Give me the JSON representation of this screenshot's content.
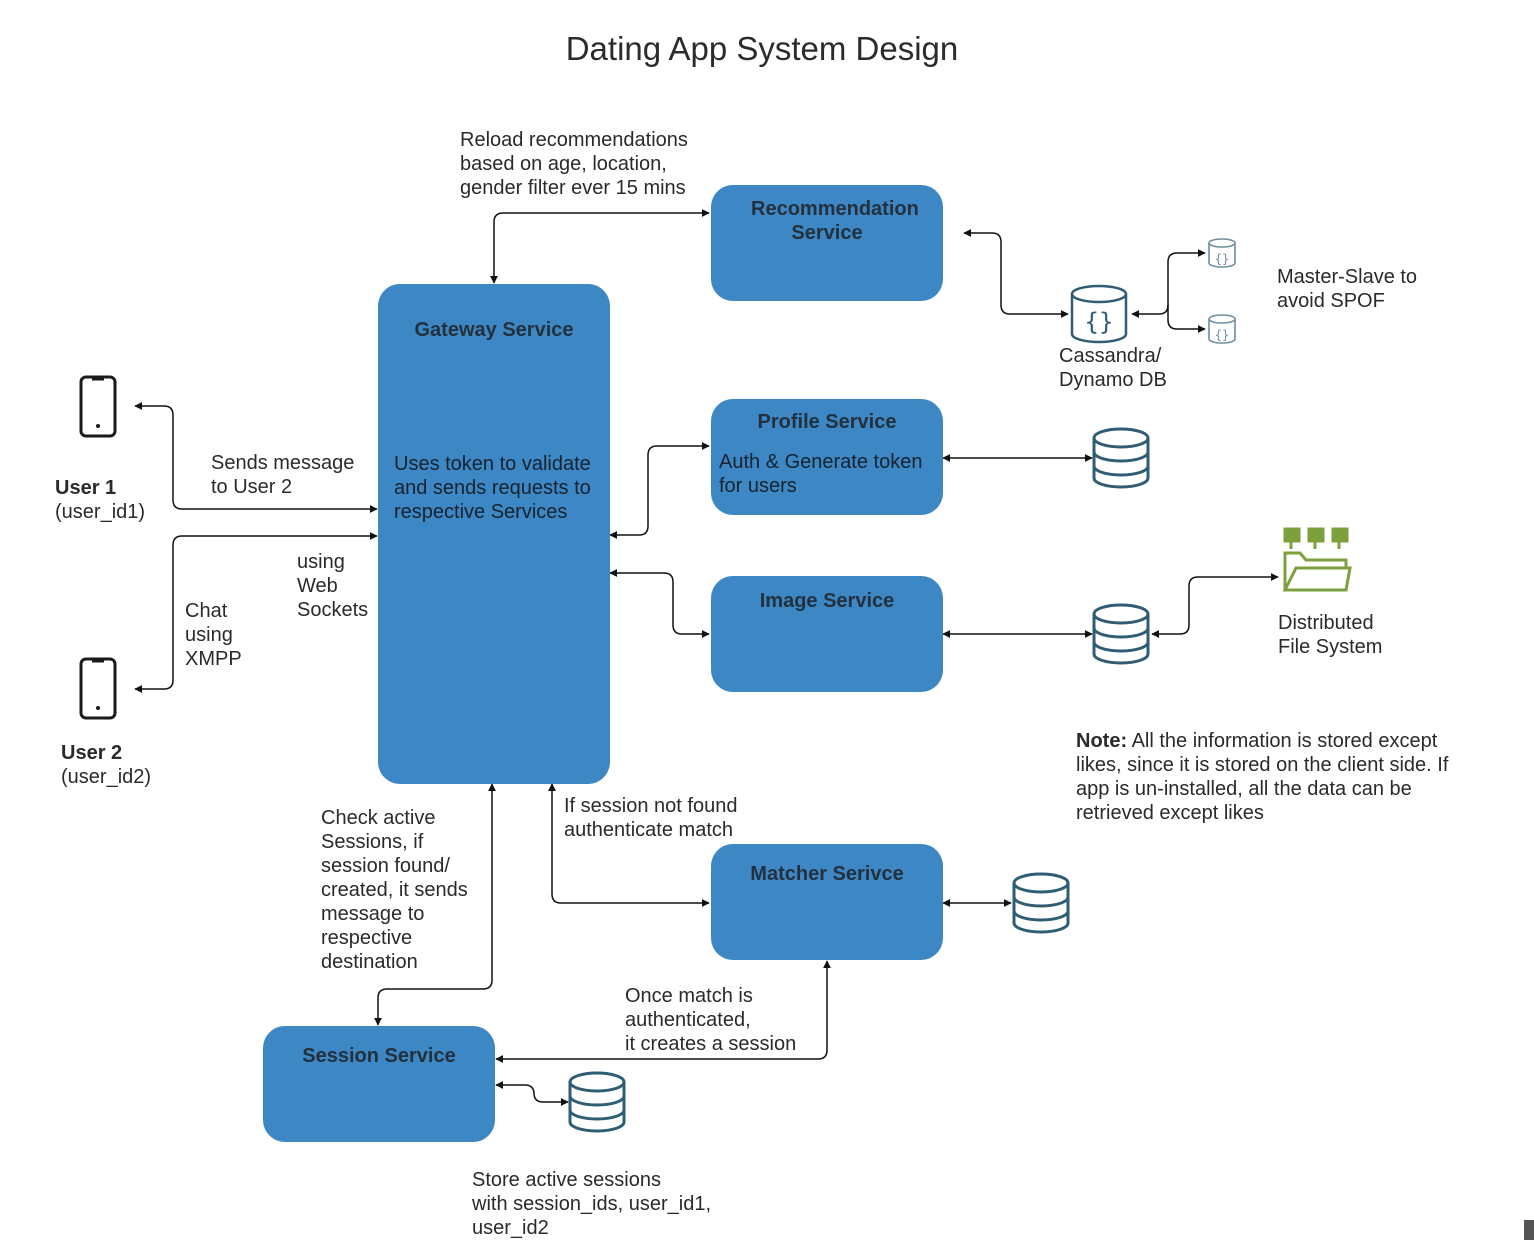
{
  "title": "Dating App System Design",
  "services": {
    "gateway": {
      "name": "Gateway Service",
      "desc": "Uses token to validate and sends requests to respective Services"
    },
    "recommendation": {
      "name": "Recommendation Service"
    },
    "profile": {
      "name": "Profile Service",
      "desc": "Auth & Generate token for users"
    },
    "image": {
      "name": "Image Service"
    },
    "matcher": {
      "name": "Matcher Serivce"
    },
    "session": {
      "name": "Session Service"
    }
  },
  "users": {
    "user1": {
      "name": "User 1",
      "id": "(user_id1)"
    },
    "user2": {
      "name": "User 2",
      "id": "(user_id2)"
    }
  },
  "labels": {
    "reload": "Reload recommendations\nbased on age, location,\ngender filter ever 15 mins",
    "sends_message": "Sends message\nto User 2",
    "web_sockets": "using\nWeb\nSockets",
    "chat_xmpp": "Chat\nusing\nXMPP",
    "cassandra": "Cassandra/\nDynamo DB",
    "master_slave": "Master-Slave to\navoid SPOF",
    "dfs": "Distributed\nFile System",
    "check_sessions": "Check active\nSessions, if\nsession found/\ncreated, it sends\nmessage to\nrespective\ndestination",
    "session_not_found": "If session not found\nauthenticate match",
    "once_match": "Once match is\nauthenticated,\nit creates a session",
    "store_sessions": "Store active sessions\nwith session_ids, user_id1,\nuser_id2"
  },
  "note": {
    "prefix": "Note:",
    "text": " All the information is stored except likes, since it is stored on the client side. If app is un-installed, all the data can be retrieved except likes"
  },
  "colors": {
    "service_box": "#3d88c4",
    "database": "#2f5d74",
    "file_system": "#7ca13c",
    "arrow": "#111111"
  },
  "icons": [
    "phone-icon",
    "database-icon",
    "document-db-icon",
    "folder-icon"
  ]
}
